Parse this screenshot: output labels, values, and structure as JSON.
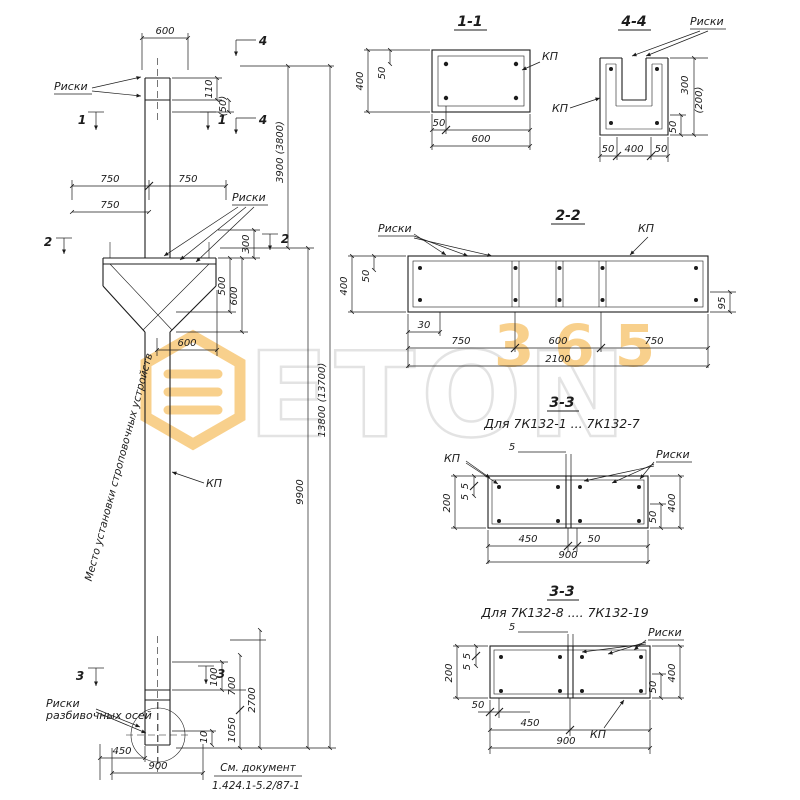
{
  "watermark": {
    "brand": "ETON",
    "number": "365"
  },
  "drawing": {
    "elevation": {
      "riski_top": "Риски",
      "mark_1_left": "1",
      "mark_1_right": "1",
      "mark_4_top": "4",
      "mark_4_bottom": "4",
      "mark_2_left": "2",
      "mark_2_right": "2",
      "mark_3_left": "3",
      "mark_3_right": "3",
      "dim_top_600": "600",
      "dim_110": "110",
      "dim_50_paren": "(50)",
      "dim_3900": "3900 (3800)",
      "dim_9900": "9900",
      "dim_13800": "13800 (13700)",
      "dim_750_a": "750",
      "dim_750_b": "750",
      "dim_750_c": "750",
      "riski_mid": "Риски",
      "dim_300": "300",
      "dim_600_corbel_v": "600",
      "dim_500": "500",
      "dim_600_corbel_h": "600",
      "note_rotated": "Место установки строповочных устройств",
      "kp_label": "КП",
      "dim_100": "100",
      "dim_700": "700",
      "dim_2700": "2700",
      "dim_1050": "1050",
      "dim_10": "10",
      "riski_axes_line1": "Риски",
      "riski_axes_line2": "разбивочных осей",
      "dim_450": "450",
      "dim_900": "900",
      "doc_note_line1": "См. документ",
      "doc_note_line2": "1.424.1-5.2/87-1"
    },
    "section_1_1": {
      "title": "1-1",
      "kp_label": "КП",
      "dim_400": "400",
      "dim_50_left": "50",
      "dim_50_bottom": "50",
      "dim_600": "600"
    },
    "section_4_4": {
      "title": "4-4",
      "riski": "Риски",
      "kp_label": "КП",
      "dim_300": "300",
      "dim_200_paren": "(200)",
      "dim_50_right": "50",
      "dim_50_left": "50",
      "dim_400": "400",
      "dim_50_b": "50"
    },
    "section_2_2": {
      "title": "2-2",
      "riski": "Риски",
      "kp_label": "КП",
      "dim_400": "400",
      "dim_50": "50",
      "dim_95": "95",
      "dim_30": "30",
      "dim_750_left": "750",
      "dim_600": "600",
      "dim_750_right": "750",
      "dim_2100": "2100"
    },
    "section_3_3_a": {
      "title": "3-3",
      "subtitle": "Для 7К132-1 ... 7К132-7",
      "kp_label": "КП",
      "riski": "Риски",
      "dim_5_top": "5",
      "dim_200": "200",
      "dim_5_a": "5",
      "dim_5_b": "5",
      "dim_450": "450",
      "dim_50_bottom": "50",
      "dim_900": "900",
      "dim_50_right": "50",
      "dim_400": "400"
    },
    "section_3_3_b": {
      "title": "3-3",
      "subtitle": "Для  7К132-8 .... 7К132-19",
      "riski": "Риски",
      "kp_label": "КП",
      "dim_5_top": "5",
      "dim_200": "200",
      "dim_5_a": "5",
      "dim_5_b": "5",
      "dim_50_left": "50",
      "dim_450": "450",
      "dim_900": "900",
      "dim_50_right": "50",
      "dim_400": "400"
    }
  }
}
